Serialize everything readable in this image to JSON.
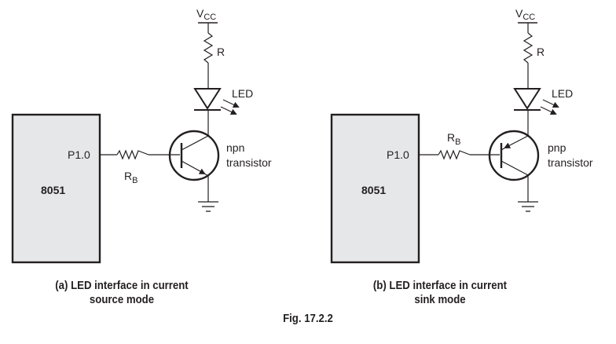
{
  "figure": {
    "label": "Fig. 17.2.2",
    "colors": {
      "line": "#231f20",
      "chip_fill": "#e6e7e9",
      "background": "#ffffff"
    }
  },
  "panels": [
    {
      "id": "a",
      "caption_line1": "(a) LED interface in current",
      "caption_line2": "source mode",
      "chip_label": "8051",
      "port_label": "P1.0",
      "supply_label": "V",
      "supply_sub": "CC",
      "load_resistor_label": "R",
      "led_label": "LED",
      "base_resistor_label": "R",
      "base_resistor_sub": "B",
      "transistor_type": "npn",
      "transistor_label_line1": "npn",
      "transistor_label_line2": "transistor"
    },
    {
      "id": "b",
      "caption_line1": "(b) LED interface in current",
      "caption_line2": "sink mode",
      "chip_label": "8051",
      "port_label": "P1.0",
      "supply_label": "V",
      "supply_sub": "CC",
      "load_resistor_label": "R",
      "led_label": "LED",
      "base_resistor_label": "R",
      "base_resistor_sub": "B",
      "transistor_type": "pnp",
      "transistor_label_line1": "pnp",
      "transistor_label_line2": "transistor"
    }
  ]
}
